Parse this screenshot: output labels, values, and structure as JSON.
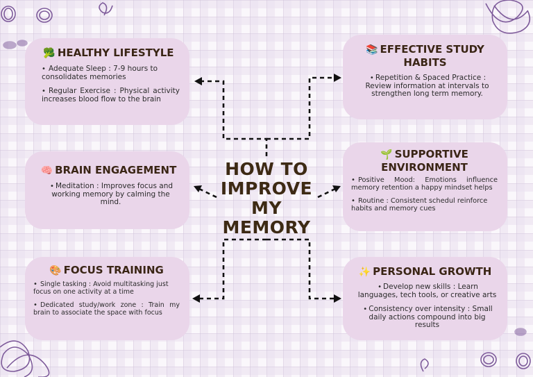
{
  "center": {
    "title_lines": [
      "HOW TO",
      "IMPROVE",
      "MY",
      "MEMORY"
    ]
  },
  "colors": {
    "card": "#ead6ea",
    "title": "#3a2515",
    "accent_decor": "#7d5a9a"
  },
  "cards": {
    "healthy": {
      "icon": "🥦",
      "icon_name": "broccoli-icon",
      "title": "HEALTHY LIFESTYLE",
      "items": [
        "Adequate Sleep : 7-9 hours to consolidates memories",
        "Regular Exercise : Physical activity increases blood flow to the brain"
      ]
    },
    "brain": {
      "icon": "🧠",
      "icon_name": "brain-icon",
      "title": "BRAIN ENGAGEMENT",
      "items": [
        "Meditation : Improves focus and working memory by calming the mind."
      ]
    },
    "focus": {
      "icon": "🎨",
      "icon_name": "palette-icon",
      "title": "FOCUS TRAINING",
      "items": [
        "Single tasking : Avoid multitasking just focus on one activity at a time",
        "Dedicated study/work zone : Train my brain to associate the space with focus"
      ]
    },
    "study": {
      "icon": "📚",
      "icon_name": "books-icon",
      "title": "EFFECTIVE STUDY HABITS",
      "items": [
        "Repetition & Spaced Practice : Review information at intervals to strengthen long term memory."
      ]
    },
    "environment": {
      "icon": "🌱",
      "icon_name": "seedling-icon",
      "title": "SUPPORTIVE ENVIRONMENT",
      "items": [
        "Positive Mood: Emotions influence memory retention a happy mindset helps",
        "Routine : Consistent schedul reinforce habits and memory cues"
      ]
    },
    "growth": {
      "icon": "✨",
      "icon_name": "sparkles-icon",
      "title": "PERSONAL GROWTH",
      "items": [
        "Develop new skills : Learn languages, tech tools, or creative arts",
        "Consistency over intensity : Small daily actions compound into big results"
      ]
    }
  }
}
